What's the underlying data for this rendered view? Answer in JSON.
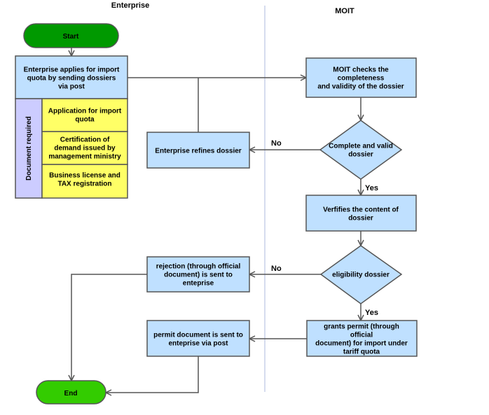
{
  "lanes": {
    "enterprise": "Enterprise",
    "moit": "MOIT"
  },
  "nodes": {
    "start": "Start",
    "apply": [
      "Enterprise applies for import",
      "quota by sending dossiers",
      "via post"
    ],
    "docs_required": "Document required",
    "doc1": [
      "Application for import",
      "quota"
    ],
    "doc2": [
      "Certification of",
      "demand issued by",
      "management ministry"
    ],
    "doc3": [
      "Business license and",
      "TAX registration"
    ],
    "refine": [
      "Enterprise refines dossier"
    ],
    "moit_check": [
      "MOIT checks the",
      "completeness",
      "and validity of the dossier"
    ],
    "complete_valid": [
      "Complete and valid",
      "dossier"
    ],
    "verify": [
      "Verfifies the content of",
      "dossier"
    ],
    "eligibility": [
      "eligibility dossier"
    ],
    "rejection": [
      "rejection (through official",
      "document) is sent to",
      "enteprise"
    ],
    "grant": [
      "grants permit (through",
      "official",
      "document)  for import under",
      "tariff quota"
    ],
    "permit": [
      "permit document is sent to",
      "enteprise via post"
    ],
    "end": "End"
  },
  "edge_labels": {
    "no1": "No",
    "yes1": "Yes",
    "no2": "No",
    "yes2": "Yes"
  },
  "colors": {
    "start_fill": "#009900",
    "end_fill": "#33cc00",
    "box_fill": "#bfe0ff",
    "doc_fill": "#ffff66",
    "doc_side_fill": "#ccccff",
    "stroke": "#555555",
    "lane_divider": "#c8d0e8"
  }
}
